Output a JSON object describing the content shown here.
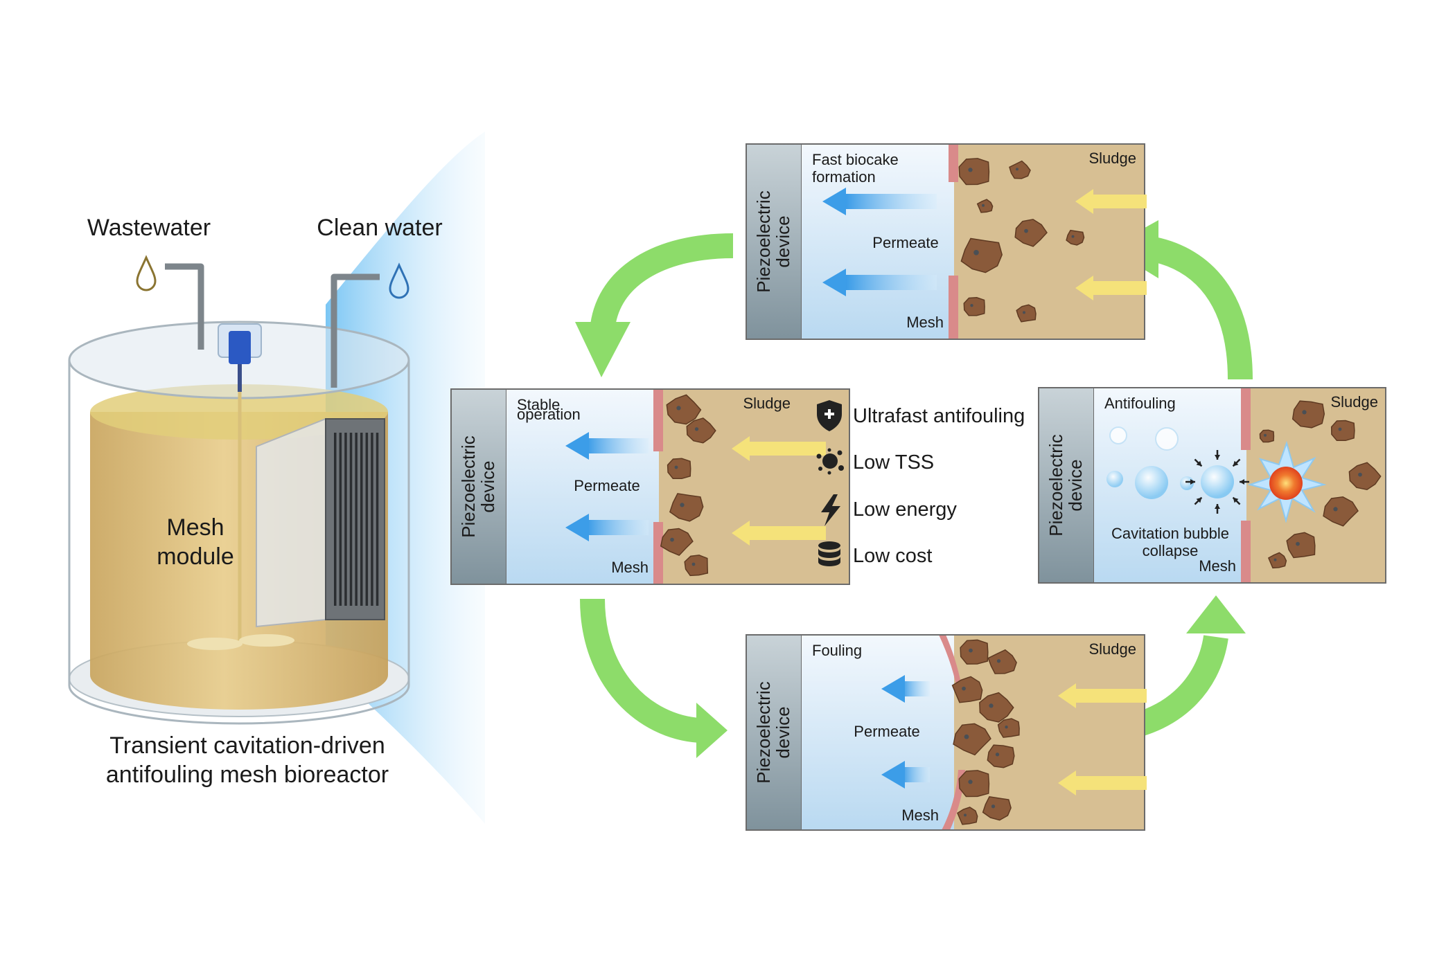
{
  "reactor": {
    "inlet_label": "Wastewater",
    "outlet_label": "Clean water",
    "module_line1": "Mesh",
    "module_line2": "module",
    "caption_line1": "Transient cavitation-driven",
    "caption_line2": "antifouling mesh bioreactor"
  },
  "panels": {
    "top": {
      "device_line1": "Piezoelectric",
      "device_line2": "device",
      "state_line1": "Fast biocake",
      "state_line2": "formation",
      "permeate": "Permeate",
      "mesh": "Mesh",
      "sludge": "Sludge"
    },
    "left": {
      "device_line1": "Piezoelectric",
      "device_line2": "device",
      "state_line1": "Stable",
      "state_line2": "operation",
      "permeate": "Permeate",
      "mesh": "Mesh",
      "sludge": "Sludge"
    },
    "right": {
      "device_line1": "Piezoelectric",
      "device_line2": "device",
      "state_line1": "Antifouling",
      "bubble_line1": "Cavitation bubble",
      "bubble_line2": "collapse",
      "mesh": "Mesh",
      "sludge": "Sludge"
    },
    "bottom": {
      "device_line1": "Piezoelectric",
      "device_line2": "device",
      "state_line1": "Fouling",
      "permeate": "Permeate",
      "mesh": "Mesh",
      "sludge": "Sludge"
    }
  },
  "benefits": [
    {
      "label": "Ultrafast antifouling",
      "icon": "shield-plus-icon"
    },
    {
      "label": "Low TSS",
      "icon": "particles-icon"
    },
    {
      "label": "Low energy",
      "icon": "lightning-icon"
    },
    {
      "label": "Low cost",
      "icon": "coin-stack-icon"
    }
  ],
  "colors": {
    "inlet_text": "#6b5a1e",
    "outlet_text": "#1f5f9e",
    "cycle_arrow": "#8ddc6a",
    "permeate_arrow": "#3c9de8",
    "sludge_arrow": "#f5e27a",
    "mesh": "#d98a8a",
    "sludge_bg": "#d7bf93",
    "device_bg": "#8d9ea7"
  }
}
